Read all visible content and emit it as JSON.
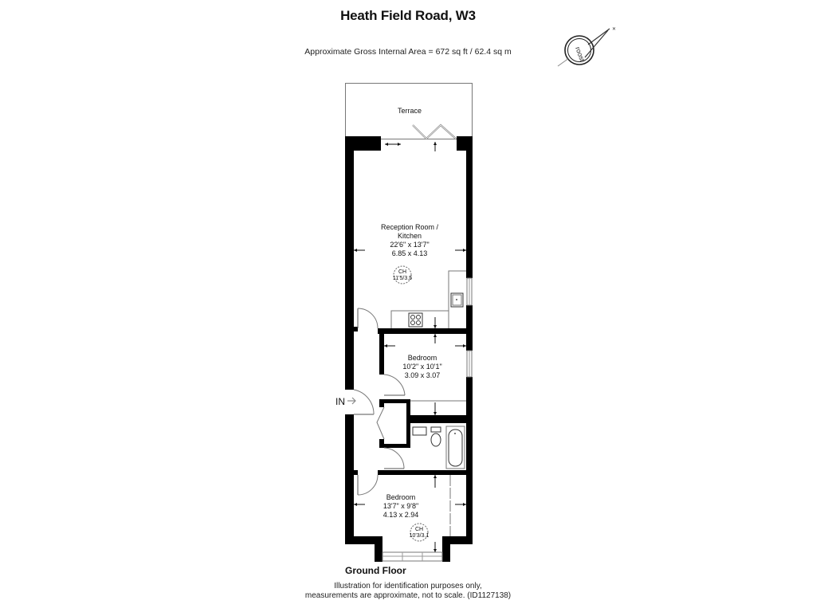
{
  "header": {
    "title": "Heath Field Road, W3",
    "area": "Approximate Gross Internal Area = 672 sq ft / 62.4 sq m"
  },
  "logo": {
    "text": "roost",
    "icon": "compass-icon"
  },
  "rooms": {
    "terrace": {
      "name": "Terrace"
    },
    "reception": {
      "name_line1": "Reception Room /",
      "name_line2": "Kitchen",
      "imperial": "22'6\" x 13'7\"",
      "metric": "6.85 x 4.13",
      "ceiling_label": "CH",
      "ceiling_height": "11'5/3.5"
    },
    "bedroom1": {
      "name": "Bedroom",
      "imperial": "10'2\" x 10'1\"",
      "metric": "3.09 x 3.07"
    },
    "bedroom2": {
      "name": "Bedroom",
      "imperial": "13'7\" x 9'8\"",
      "metric": "4.13 x 2.94",
      "ceiling_label": "CH",
      "ceiling_height": "10'3/3.1"
    }
  },
  "entrance": {
    "label": "IN"
  },
  "footer": {
    "floor": "Ground Floor",
    "disclaimer_line1": "Illustration for identification purposes only,",
    "disclaimer_line2": "measurements are approximate, not to scale. (ID1127138)"
  }
}
